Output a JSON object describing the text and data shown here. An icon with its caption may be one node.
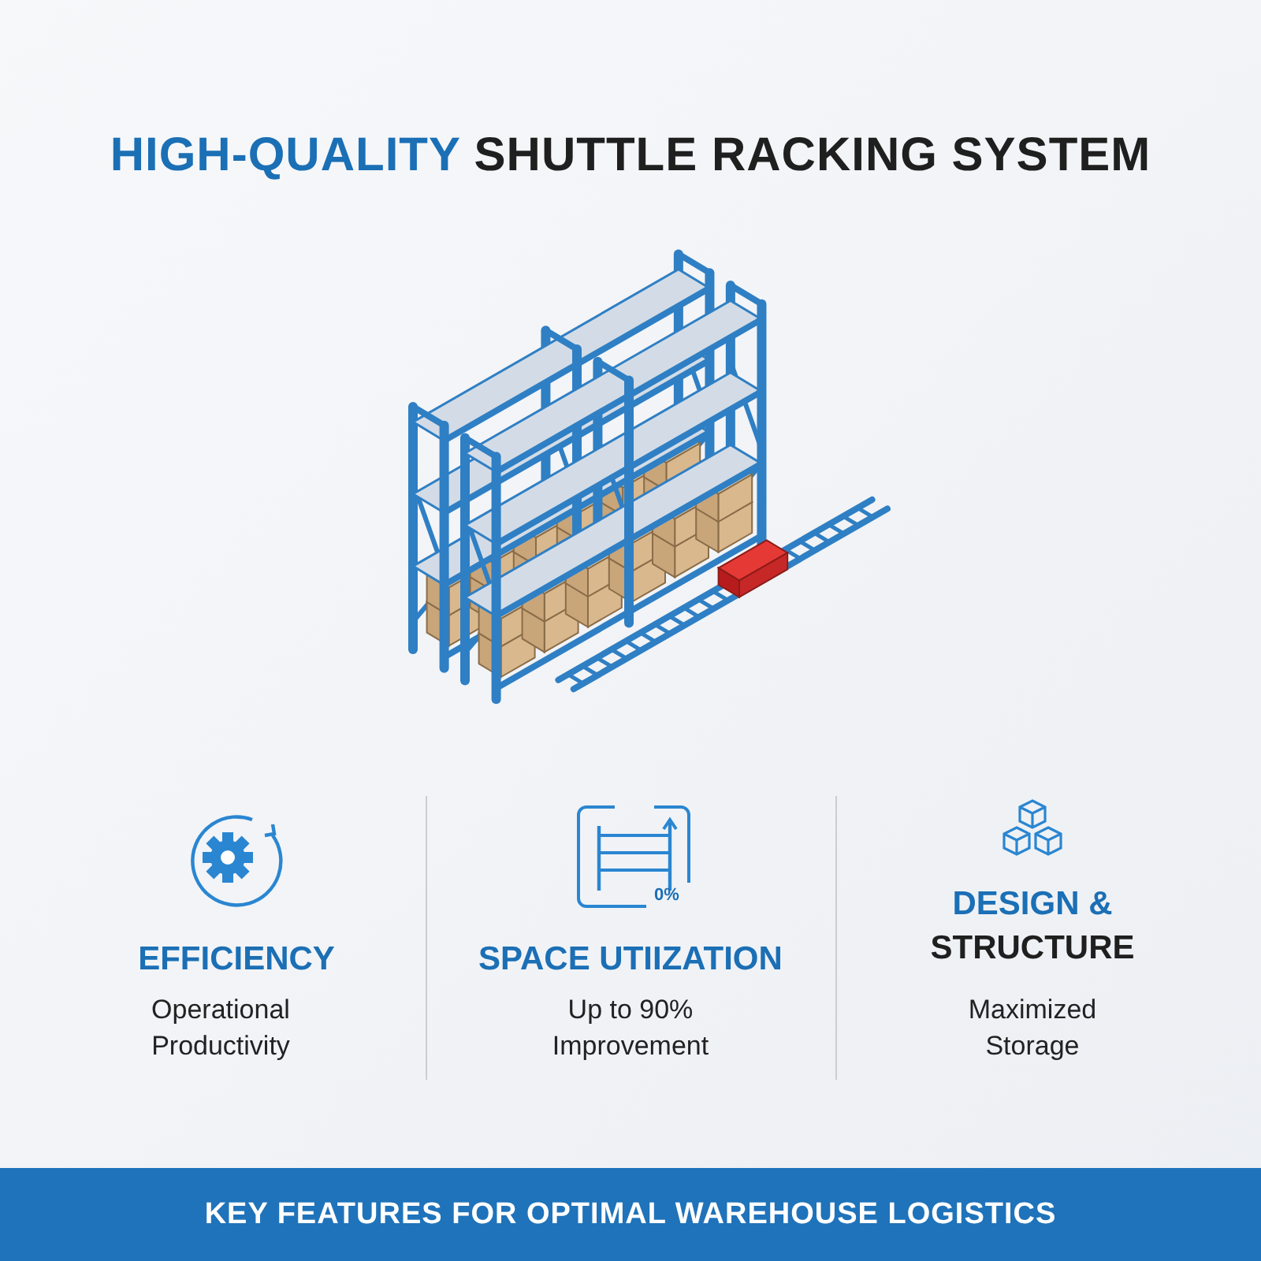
{
  "diagram": {
    "title": "HIGH-QUALITY SHUTTLE RACKING SYSTEM",
    "caption": "KEY FEATURES FOR OPTIMAL WAREHOUSE LOGISTICS",
    "labels": [
      "EFFICIENCY",
      "Operational Productivity",
      "0%",
      "SPACE UTIIZATION",
      "Up to 90% Improvement",
      "DESIGN & STRUCTURE",
      "Maximized Storage"
    ]
  }
}
